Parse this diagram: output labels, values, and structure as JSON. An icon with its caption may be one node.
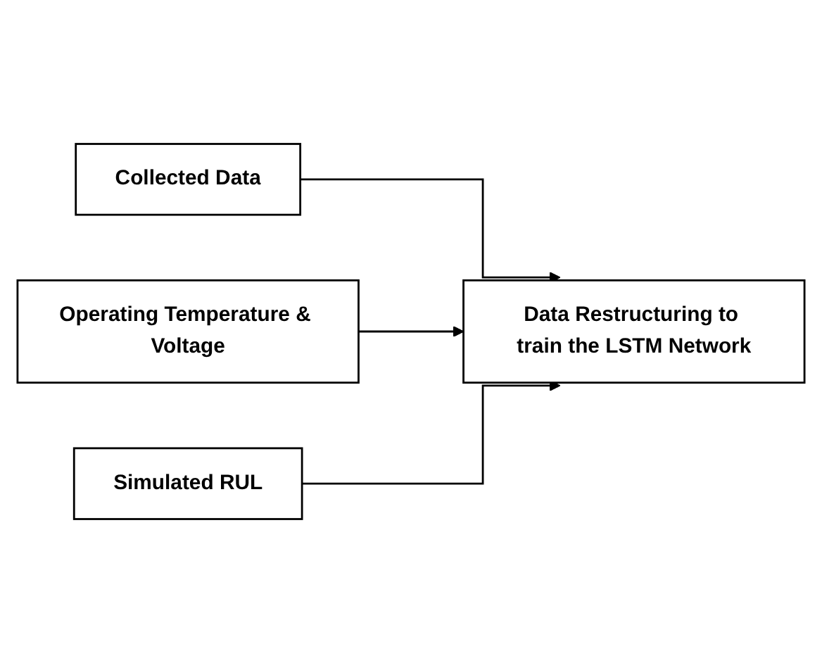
{
  "diagram": {
    "nodes": [
      {
        "text": [
          "Collected Data"
        ]
      },
      {
        "text": [
          "Operating Temperature & Voltage"
        ]
      },
      {
        "text": [
          "Simulated RUL"
        ]
      },
      {
        "text": [
          "Data Restructuring to train the LSTM Network"
        ]
      }
    ],
    "edges": [
      {
        "from": 0,
        "to": 3,
        "arrow": "to"
      },
      {
        "from": 1,
        "to": 3,
        "arrow": "to"
      },
      {
        "from": 2,
        "to": 3,
        "arrow": "to"
      }
    ]
  }
}
